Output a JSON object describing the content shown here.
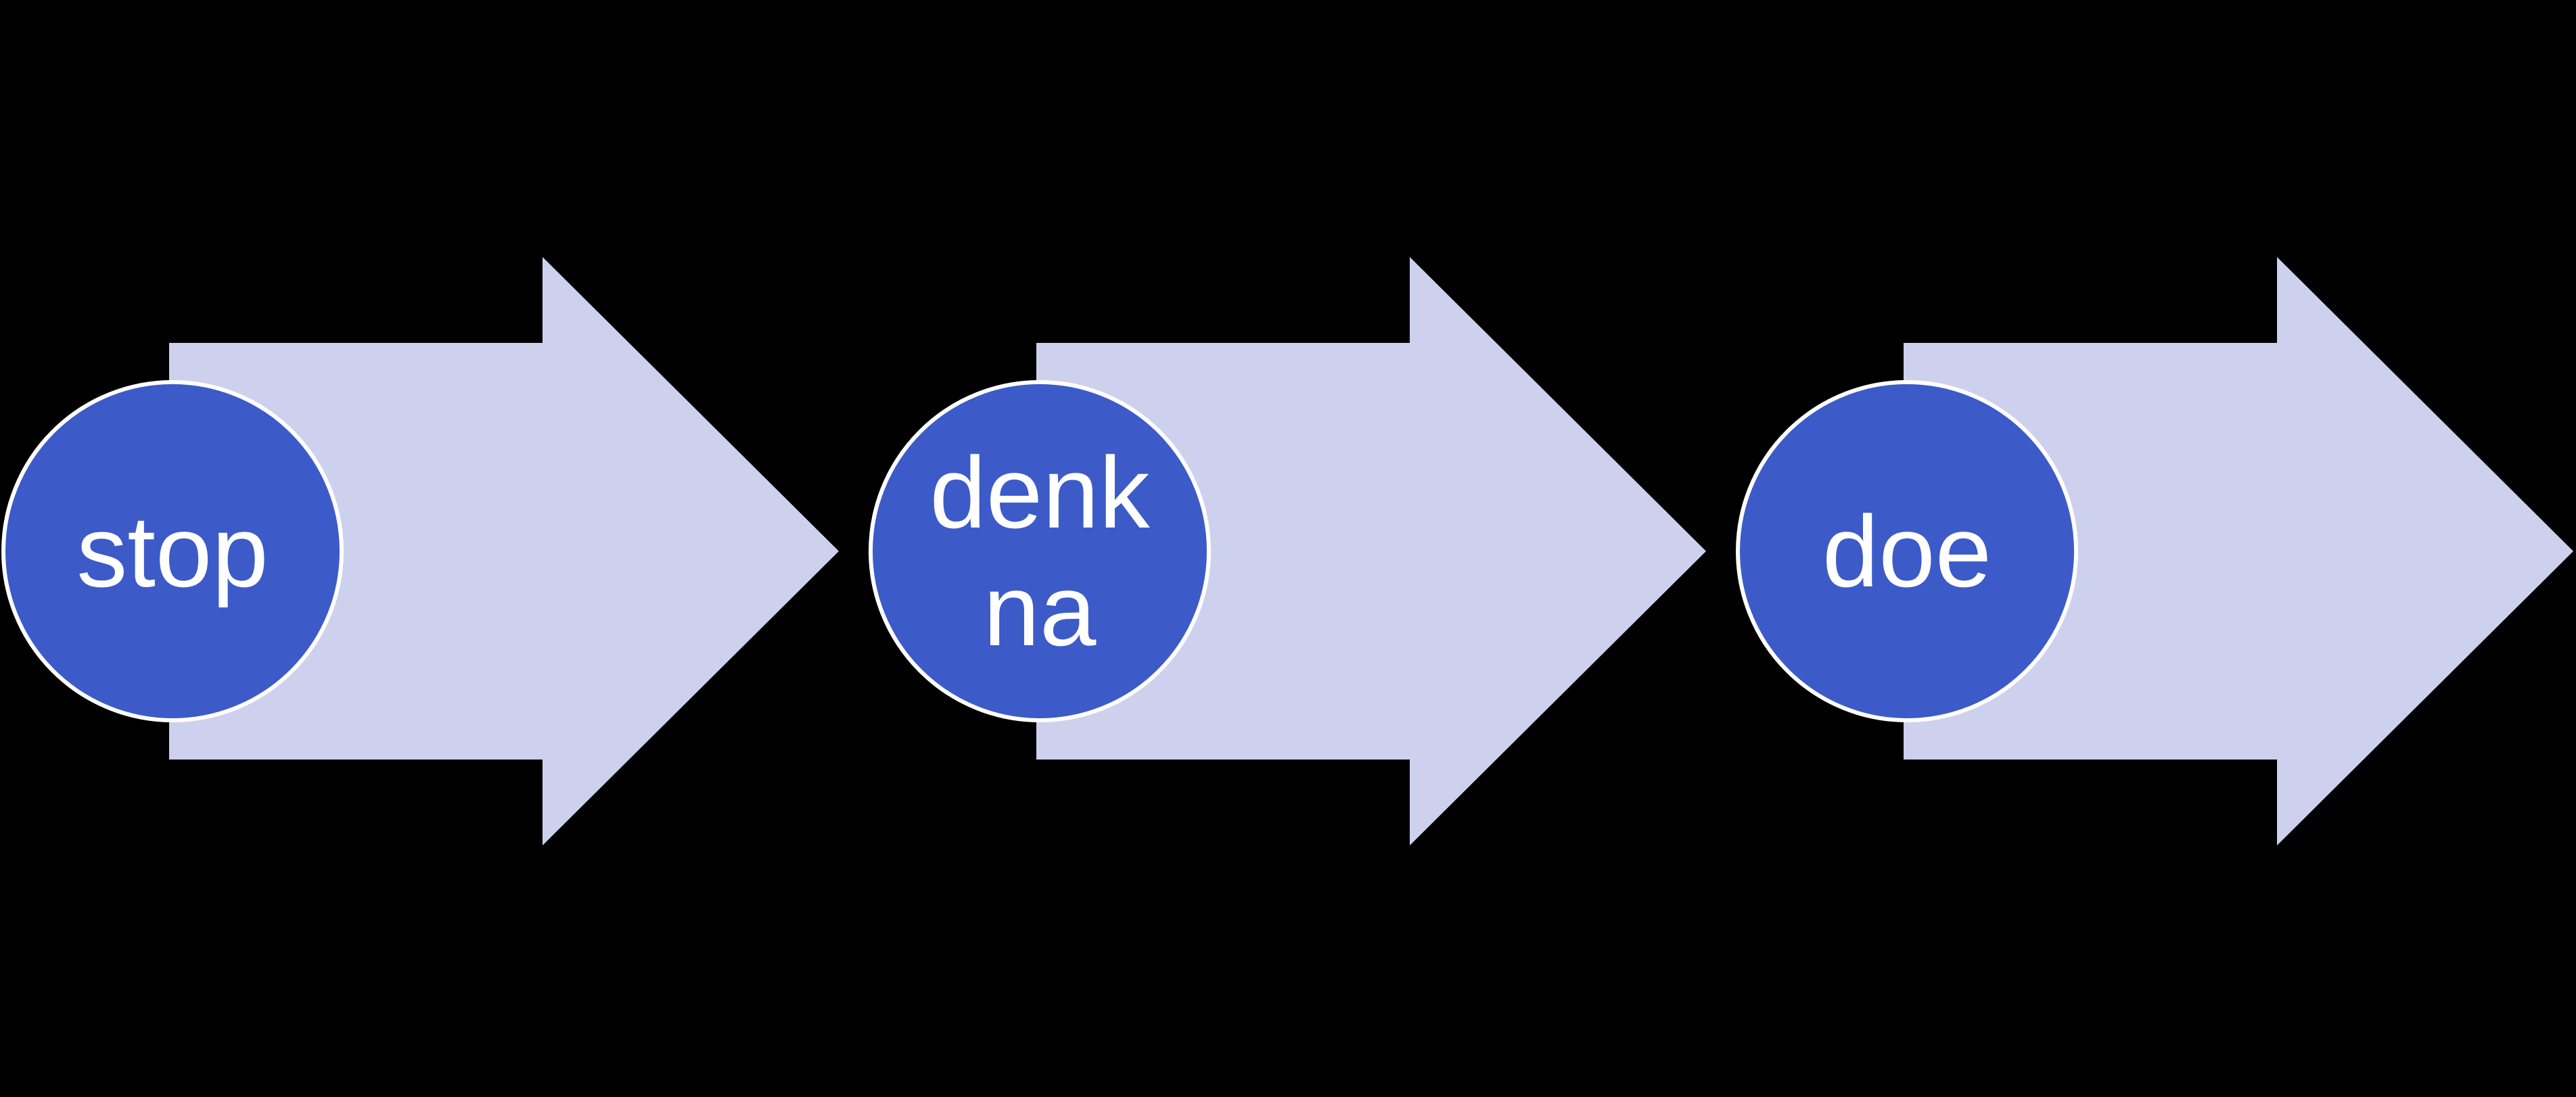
{
  "diagram": {
    "type": "process-flow",
    "step_count": 3
  },
  "colors": {
    "background": "#000000",
    "arrow_fill": "#CED1EE",
    "circle_fill": "#3C5BC8",
    "circle_stroke": "#FFFFFF",
    "label_text": "#FFFFFF"
  },
  "steps": [
    {
      "id": "stop",
      "label": "stop",
      "lines": [
        "stop"
      ]
    },
    {
      "id": "denk-na",
      "label": "denk na",
      "lines": [
        "denk",
        "na"
      ]
    },
    {
      "id": "doe",
      "label": "doe",
      "lines": [
        "doe"
      ]
    }
  ]
}
